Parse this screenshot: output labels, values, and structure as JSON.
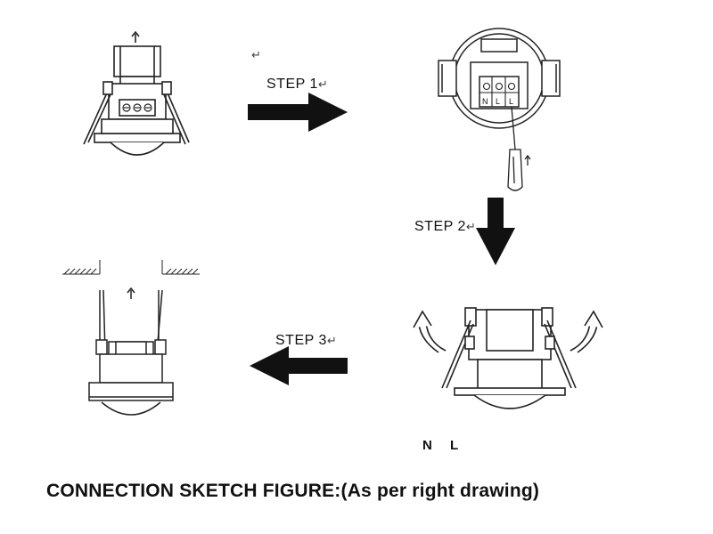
{
  "diagram": {
    "steps": {
      "step1": "STEP 1",
      "step2": "STEP 2",
      "step3": "STEP 3"
    },
    "return_mark": "↵",
    "terminals": [
      "N",
      "L",
      "L"
    ],
    "wires": {
      "n": "N",
      "l": "L"
    },
    "caption": "CONNECTION SKETCH FIGURE:(As per right drawing)"
  }
}
